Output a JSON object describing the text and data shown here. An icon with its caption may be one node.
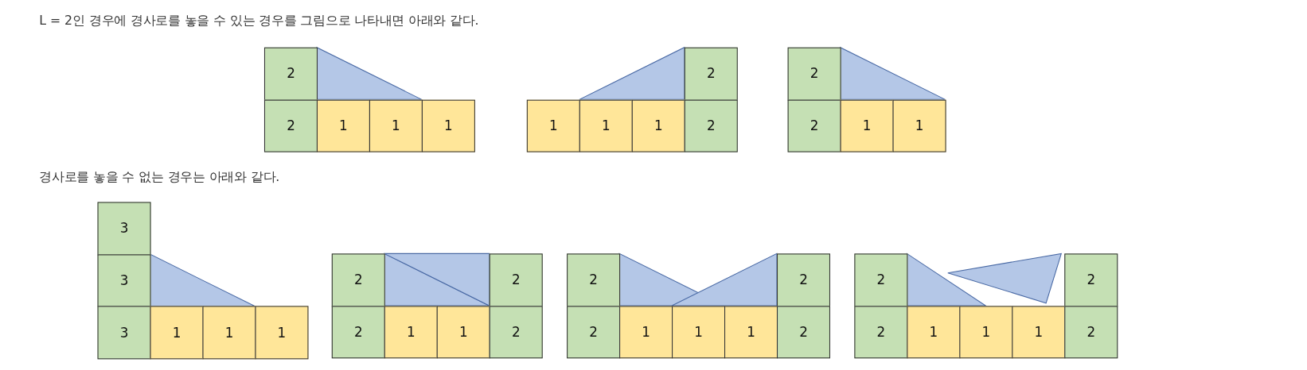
{
  "diagram": {
    "nodes": [
      {
        "text": [
          "2"
        ]
      },
      {
        "text": [
          "2"
        ]
      },
      {
        "text": [
          "1"
        ]
      },
      {
        "text": [
          "1"
        ]
      },
      {
        "text": [
          "1"
        ]
      },
      {
        "text": [
          "2"
        ]
      },
      {
        "text": [
          "1"
        ]
      },
      {
        "text": [
          "1"
        ]
      },
      {
        "text": [
          "1"
        ]
      },
      {
        "text": [
          "2"
        ]
      },
      {
        "text": [
          "2"
        ]
      },
      {
        "text": [
          "2"
        ]
      },
      {
        "text": [
          "1"
        ]
      },
      {
        "text": [
          "1"
        ]
      },
      {
        "text": [
          "3"
        ]
      },
      {
        "text": [
          "3"
        ]
      },
      {
        "text": [
          "3"
        ]
      },
      {
        "text": [
          "1"
        ]
      },
      {
        "text": [
          "1"
        ]
      },
      {
        "text": [
          "1"
        ]
      },
      {
        "text": [
          "2"
        ]
      },
      {
        "text": [
          "2"
        ]
      },
      {
        "text": [
          "2"
        ]
      },
      {
        "text": [
          "1"
        ]
      },
      {
        "text": [
          "1"
        ]
      },
      {
        "text": [
          "2"
        ]
      },
      {
        "text": [
          "2"
        ]
      },
      {
        "text": [
          "2"
        ]
      },
      {
        "text": [
          "2"
        ]
      },
      {
        "text": [
          "1"
        ]
      },
      {
        "text": [
          "1"
        ]
      },
      {
        "text": [
          "1"
        ]
      },
      {
        "text": [
          "2"
        ]
      },
      {
        "text": [
          "2"
        ]
      },
      {
        "text": [
          "2"
        ]
      },
      {
        "text": [
          "2"
        ]
      },
      {
        "text": [
          "1"
        ]
      },
      {
        "text": [
          "1"
        ]
      },
      {
        "text": [
          "1"
        ]
      },
      {
        "text": [
          "2"
        ]
      }
    ],
    "labels": [
      "L = 2인 경우에 경사로를 놓을 수 있는 경우를 그림으로 나타내면 아래와 같다.",
      "경사로를 놓을 수 없는 경우는 아래와 같다."
    ]
  }
}
